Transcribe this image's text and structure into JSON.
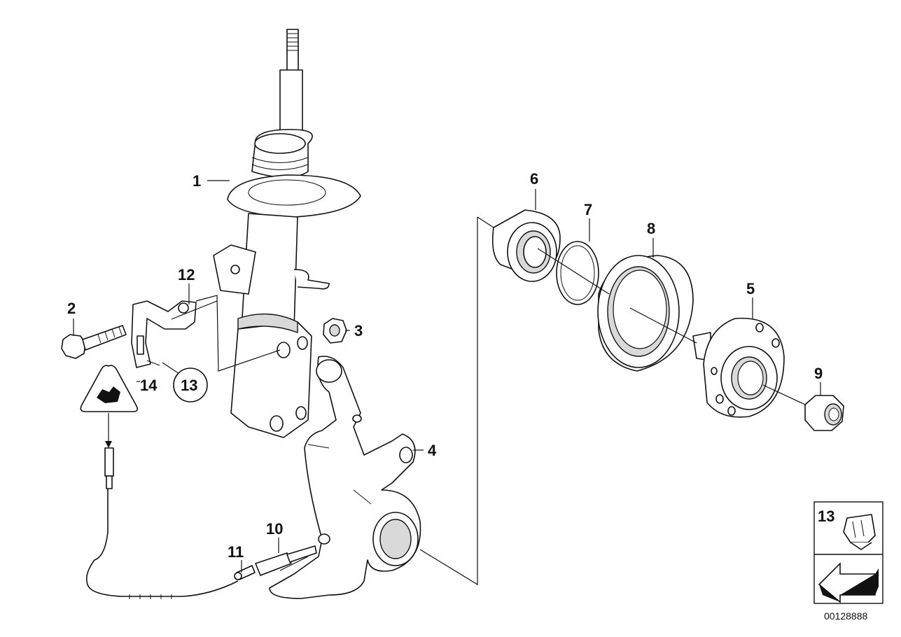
{
  "callouts": {
    "p1": "1",
    "p2": "2",
    "p3": "3",
    "p4": "4",
    "p5": "5",
    "p6": "6",
    "p7": "7",
    "p8": "8",
    "p9": "9",
    "p10": "10",
    "p11": "11",
    "p12": "12",
    "p13": "13",
    "p14": "14"
  },
  "inset": {
    "label": "13"
  },
  "reference_number": "00128888"
}
